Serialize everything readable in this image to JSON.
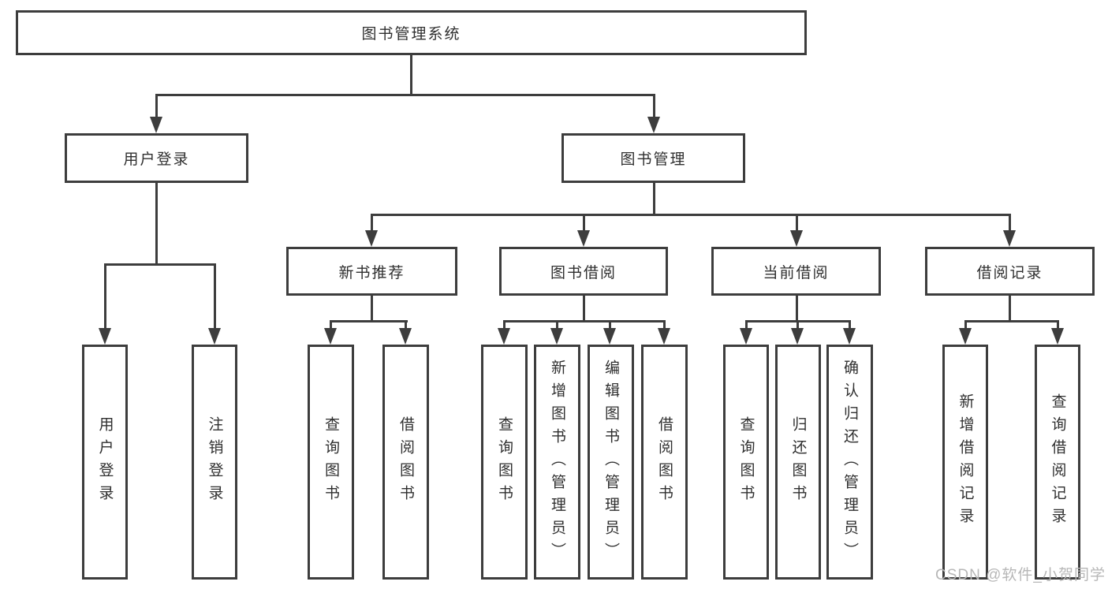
{
  "diagram_type": "hierarchy-tree",
  "tree": {
    "label": "图书管理系统",
    "children": [
      {
        "label": "用户登录",
        "children": [
          {
            "label": "用户登录"
          },
          {
            "label": "注销登录"
          }
        ]
      },
      {
        "label": "图书管理",
        "children": [
          {
            "label": "新书推荐",
            "children": [
              {
                "label": "查询图书"
              },
              {
                "label": "借阅图书"
              }
            ]
          },
          {
            "label": "图书借阅",
            "children": [
              {
                "label": "查询图书"
              },
              {
                "label": "新增图书（管理员）"
              },
              {
                "label": "编辑图书（管理员）"
              },
              {
                "label": "借阅图书"
              }
            ]
          },
          {
            "label": "当前借阅",
            "children": [
              {
                "label": "查询图书"
              },
              {
                "label": "归还图书"
              },
              {
                "label": "确认归还（管理员）"
              }
            ]
          },
          {
            "label": "借阅记录",
            "children": [
              {
                "label": "新增借阅记录"
              },
              {
                "label": "查询借阅记录"
              }
            ]
          }
        ]
      }
    ]
  },
  "watermark": {
    "text": "CSDN @软件_小贺同学"
  },
  "colors": {
    "line": "#3d3d3d",
    "text": "#2f2f2f",
    "watermark": "#b7b7b7",
    "bg": "#ffffff"
  }
}
